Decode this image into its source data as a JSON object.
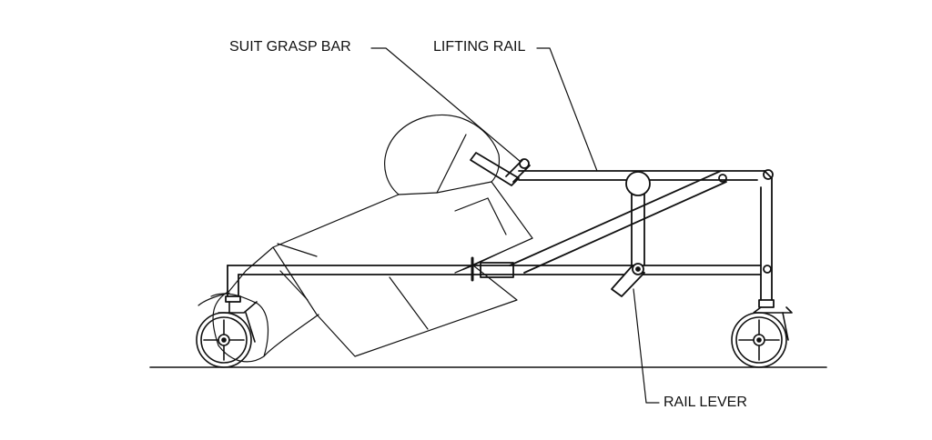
{
  "labels": {
    "suit_grasp_bar": "SUIT GRASP BAR",
    "lifting_rail": "LIFTING RAIL",
    "rail_lever": "RAIL LEVER"
  },
  "colors": {
    "line": "#111111",
    "background": "#ffffff"
  }
}
